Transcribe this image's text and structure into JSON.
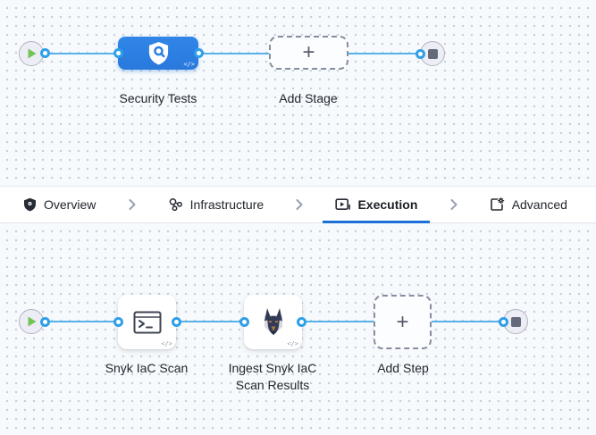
{
  "stage_pipeline": {
    "stage": {
      "label": "Security Tests",
      "icon": "shield-scan",
      "code_badge": "</>"
    },
    "add_stage": {
      "label": "Add Stage",
      "plus": "+"
    }
  },
  "tab_bar": {
    "tabs": [
      {
        "label": "Overview",
        "icon": "shield",
        "active": false
      },
      {
        "label": "Infrastructure",
        "icon": "molecule",
        "active": false
      },
      {
        "label": "Execution",
        "icon": "play-square",
        "active": true
      },
      {
        "label": "Advanced",
        "icon": "file-gear",
        "active": false
      }
    ]
  },
  "step_pipeline": {
    "steps": [
      {
        "label": "Snyk IaC Scan",
        "icon": "terminal",
        "code_badge": "</>"
      },
      {
        "label": "Ingest Snyk IaC Scan Results",
        "icon": "snyk-dog",
        "code_badge": "</>"
      }
    ],
    "add_step": {
      "label": "Add Step",
      "plus": "+"
    }
  },
  "colors": {
    "canvas_bg": "#f7fafc",
    "grid_dot": "#c7cfda",
    "edge_blue": "#58b1e8",
    "port_ring": "#2f9fe8",
    "stage_blue": "#2b7fe3",
    "active_tab_underline": "#1d6fd8",
    "play_green": "#72c457",
    "stop_gray": "#65697c",
    "label_text": "#22262e"
  }
}
